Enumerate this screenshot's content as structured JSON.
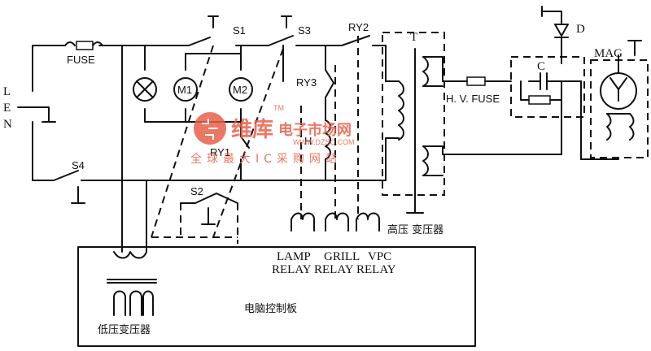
{
  "terminals": {
    "l": "L",
    "e": "E",
    "n": "N"
  },
  "components": {
    "fuse": "FUSE",
    "s1": "S1",
    "s2": "S2",
    "s3": "S3",
    "s4": "S4",
    "ry1": "RY1",
    "ry2": "RY2",
    "ry3": "RY3",
    "m1": "M1",
    "m2": "M2",
    "h": "H",
    "t": "T",
    "hv_fuse": "H. V. FUSE",
    "c": "C",
    "d": "D",
    "mag": "MAG"
  },
  "relays": {
    "lamp": "LAMP",
    "grill": "GRILL",
    "vpc": "VPC",
    "relay1": "RELAY",
    "relay2": "RELAY",
    "relay3": "RELAY"
  },
  "labels": {
    "hv_transformer": "高压 变压器",
    "lv_transformer": "低压变压器",
    "control_board": "电脑控制板"
  },
  "watermark": {
    "brand": "维库",
    "site": "电子市场网",
    "slogan": "全球最大IC采购网站",
    "url": "WWW.DZSC.COM",
    "tm": "TM"
  },
  "colors": {
    "line": "#111111",
    "watermark": "#e8604a"
  }
}
